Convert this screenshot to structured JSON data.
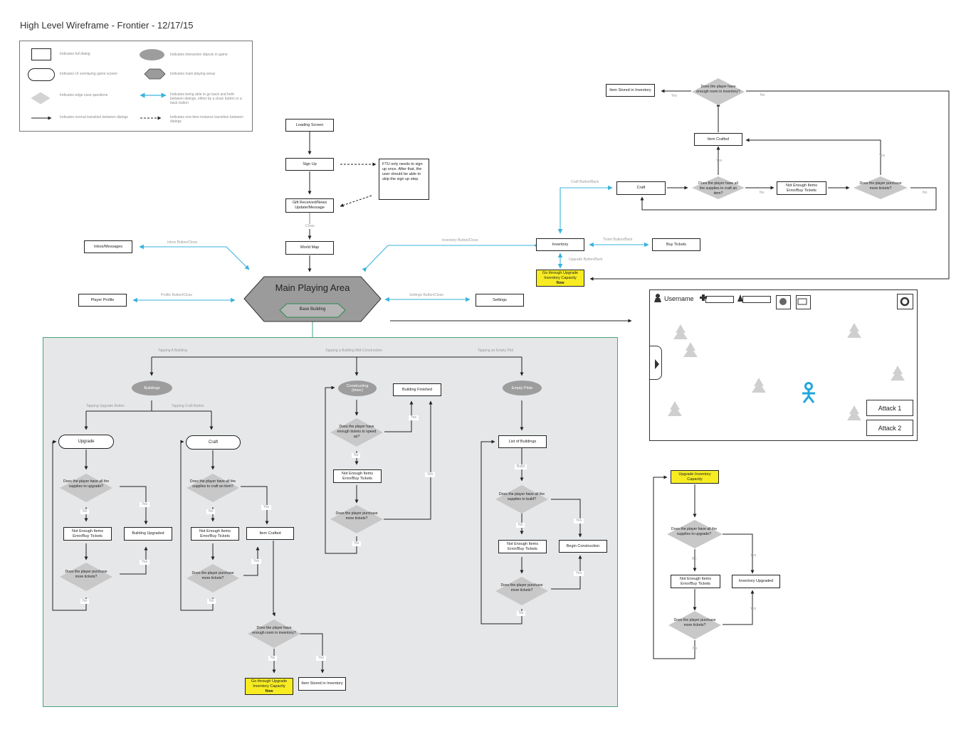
{
  "title": "High Level Wireframe - Frontier - 12/17/15",
  "legend": {
    "full_dialog": "Indicates full dialog",
    "ui_overlay": "Indicates UI overlaying game screen",
    "edge_case": "Indicates edge case questions",
    "normal_transition": "Indicates normal transition between dialogs",
    "interactive": "Indicates interactive objects in game",
    "main_area": "Indicates main playing areas",
    "back_forth": "Indicates being able to go back and forth between dialogs, either by a close button or a back button",
    "one_time": "Indicates one-time instance transition between dialogs"
  },
  "top_flow": {
    "loading": "Loading Screen",
    "signup": "Sign Up",
    "ftu_note": "FTU only needs to sign up once. After that, the user should be able to skip the sign up step.",
    "gift": "Gift Received/News Update/Message",
    "close": "Close",
    "world_map": "World Map",
    "main_area": "Main Playing Area",
    "base_building": "Base Building",
    "inbox": "Inbox/Messages",
    "inbox_label": "Inbox Button/Close",
    "profile": "Player Profile",
    "profile_label": "Profile Button/Close",
    "settings": "Settings",
    "settings_label": "Settings Button/Close",
    "inventory": "Inventory",
    "inventory_label": "Inventory Button/Close",
    "buy_tickets": "Buy Tickets",
    "ticket_label": "Ticket Button/Back",
    "upgrade_label": "Upgrade Button/Back",
    "go_upgrade_a": "Go through Upgrade",
    "go_upgrade_b": "Inventory Capacity",
    "go_upgrade_c": "flow",
    "craft": "Craft",
    "craft_label": "Craft Button/Back",
    "craft_q": "Does the player have all the supplies to craft an item?",
    "not_enough": "Not Enough Items Error/Buy Tickets",
    "purchase_q": "Does the player purchase more tickets?",
    "item_crafted": "Item Crafted",
    "room_q": "Does the player have enough room in inventory?",
    "item_stored": "Item Stored in Inventory",
    "yes": "Yes",
    "no": "No"
  },
  "region": {
    "tap_building": "Tapping A Building",
    "tap_mid": "Tapping a Building Mid-Construction",
    "tap_empty": "Tapping an Empty Plot",
    "buildings": "Buildings",
    "tap_upgrade": "Tapping Upgrade Button",
    "tap_craft": "Tapping Craft Button",
    "upgrade": "Upgrade",
    "craft": "Craft",
    "upgrade_q": "Does the player have all the supplies to upgrade?",
    "craft_q": "Does the player have all the supplies to craft an item?",
    "not_enough": "Not Enough Items Error/Buy Tickets",
    "purchase_q": "Does the player purchase more tickets?",
    "building_upgraded": "Building Upgraded",
    "item_crafted": "Item Crafted",
    "room_q": "Does the player have enough room in inventory?",
    "go_upgrade_a": "Go through Upgrade",
    "go_upgrade_b": "Inventory Capacity",
    "go_upgrade_c": "flow",
    "item_stored": "Item Stored in Inventory",
    "constructing_a": "Constructing",
    "constructing_b": "(timer)",
    "building_finished": "Building Finished",
    "speed_q": "Does the player have enough tickets to speed up?",
    "empty_plots": "Empty Plots",
    "list_buildings": "List of Buildings",
    "build": "Build",
    "build_q": "Does the player have all the supplies to build?",
    "begin_construction": "Begin Construction",
    "yes": "Yes",
    "no": "No"
  },
  "game": {
    "username": "Username",
    "attack1": "Attack 1",
    "attack2": "Attack 2"
  },
  "upgrade_flow": {
    "title": "Upgrade Inventory Capacity",
    "upgrade_q": "Does the player have all the supplies to upgrade?",
    "not_enough": "Not Enough Items Error/Buy Tickets",
    "inventory_upgraded": "Inventory Upgraded",
    "purchase_q": "Does the player purchase more tickets?",
    "yes": "Yes",
    "no": "No"
  },
  "colors": {
    "blue": "#3ab3dd",
    "yellow": "#f7ec22",
    "gray_diamond": "#c8c8c8",
    "hex_fill": "#9b9b9b",
    "region_border": "#4aa37a"
  }
}
